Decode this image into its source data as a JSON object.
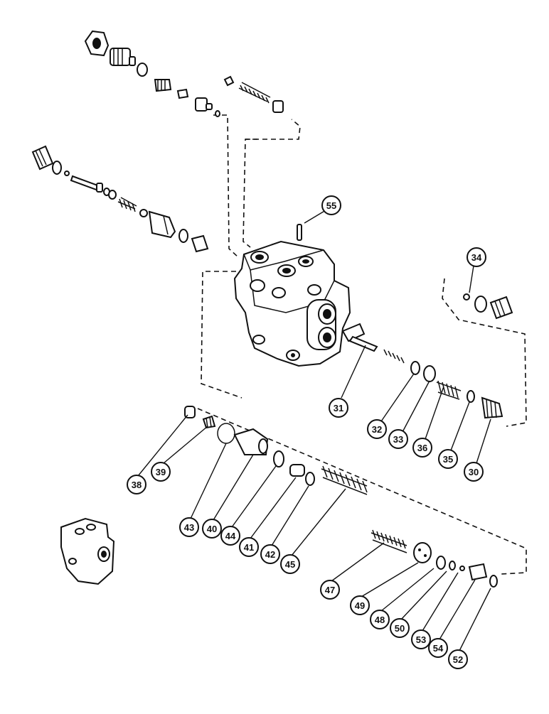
{
  "diagram": {
    "callouts": [
      {
        "id": "c55",
        "label": "55"
      },
      {
        "id": "c34",
        "label": "34"
      },
      {
        "id": "c31",
        "label": "31"
      },
      {
        "id": "c32",
        "label": "32"
      },
      {
        "id": "c33",
        "label": "33"
      },
      {
        "id": "c36",
        "label": "36"
      },
      {
        "id": "c35",
        "label": "35"
      },
      {
        "id": "c30",
        "label": "30"
      },
      {
        "id": "c38",
        "label": "38"
      },
      {
        "id": "c39",
        "label": "39"
      },
      {
        "id": "c43",
        "label": "43"
      },
      {
        "id": "c40",
        "label": "40"
      },
      {
        "id": "c44",
        "label": "44"
      },
      {
        "id": "c41",
        "label": "41"
      },
      {
        "id": "c42",
        "label": "42"
      },
      {
        "id": "c45",
        "label": "45"
      },
      {
        "id": "c47",
        "label": "47"
      },
      {
        "id": "c49",
        "label": "49"
      },
      {
        "id": "c48",
        "label": "48"
      },
      {
        "id": "c50",
        "label": "50"
      },
      {
        "id": "c53",
        "label": "53"
      },
      {
        "id": "c54",
        "label": "54"
      },
      {
        "id": "c52",
        "label": "52"
      }
    ]
  }
}
